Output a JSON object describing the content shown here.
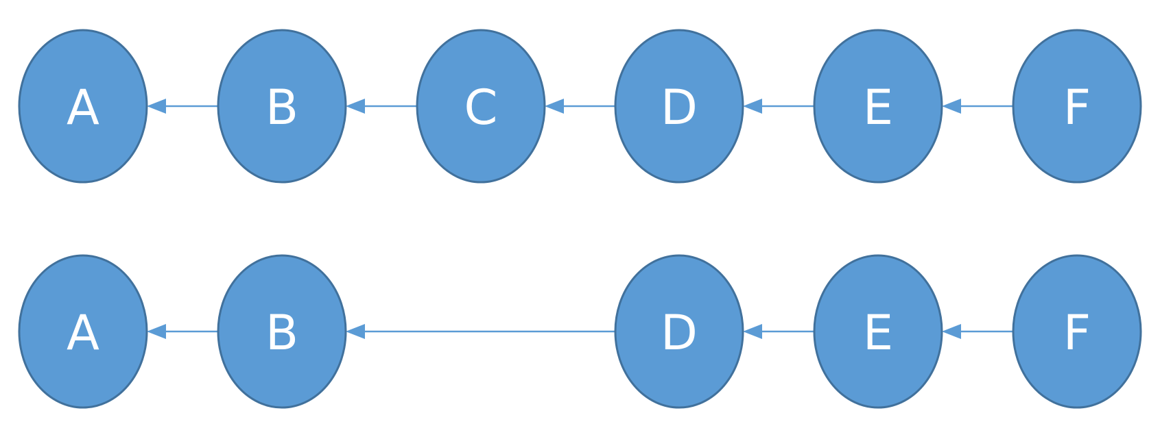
{
  "colors": {
    "node_fill": "#5B9BD5",
    "node_stroke": "#41719C",
    "edge": "#5B9BD5",
    "label": "#FFFFFF"
  },
  "rows": [
    {
      "id": "top",
      "nodes": [
        "A",
        "B",
        "C",
        "D",
        "E",
        "F"
      ],
      "edges": [
        {
          "from": "B",
          "to": "A"
        },
        {
          "from": "C",
          "to": "B"
        },
        {
          "from": "D",
          "to": "C"
        },
        {
          "from": "E",
          "to": "D"
        },
        {
          "from": "F",
          "to": "E"
        }
      ]
    },
    {
      "id": "bottom",
      "nodes": [
        "A",
        "B",
        "D",
        "E",
        "F"
      ],
      "edges": [
        {
          "from": "B",
          "to": "A"
        },
        {
          "from": "D",
          "to": "B"
        },
        {
          "from": "E",
          "to": "D"
        },
        {
          "from": "F",
          "to": "E"
        }
      ]
    }
  ]
}
